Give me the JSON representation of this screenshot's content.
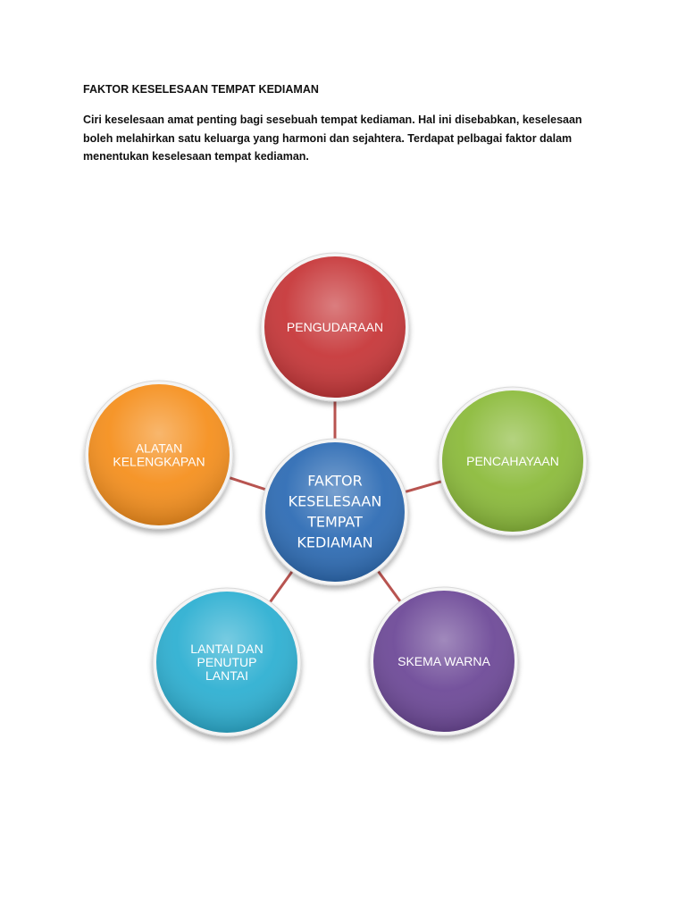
{
  "document": {
    "title": "FAKTOR KESELESAAN  TEMPAT KEDIAMAN",
    "intro": "Ciri keselesaan amat penting bagi sesebuah tempat kediaman. Hal ini disebabkan, keselesaan boleh melahirkan satu keluarga yang harmoni dan sejahtera. Terdapat pelbagai faktor dalam menentukan keselesaan tempat kediaman."
  },
  "diagram": {
    "connector_color": "#b85450",
    "center": {
      "lines": [
        "FAKTOR",
        "KESELESAAN",
        "TEMPAT",
        "KEDIAMAN"
      ],
      "color": "#2f6db5"
    },
    "nodes": [
      {
        "id": "pengudaraan",
        "lines": [
          "PENGUDARAAN"
        ],
        "color": "#c7383a"
      },
      {
        "id": "pencahayaan",
        "lines": [
          "PENCAHAYAAN"
        ],
        "color": "#8cbb3c"
      },
      {
        "id": "skema-warna",
        "lines": [
          "SKEMA WARNA"
        ],
        "color": "#6e4a98"
      },
      {
        "id": "lantai",
        "lines": [
          "LANTAI DAN",
          "PENUTUP",
          "LANTAI"
        ],
        "color": "#2fb0d2"
      },
      {
        "id": "alatan",
        "lines": [
          "ALATAN",
          "KELENGKAPAN"
        ],
        "color": "#f5901f"
      }
    ]
  }
}
